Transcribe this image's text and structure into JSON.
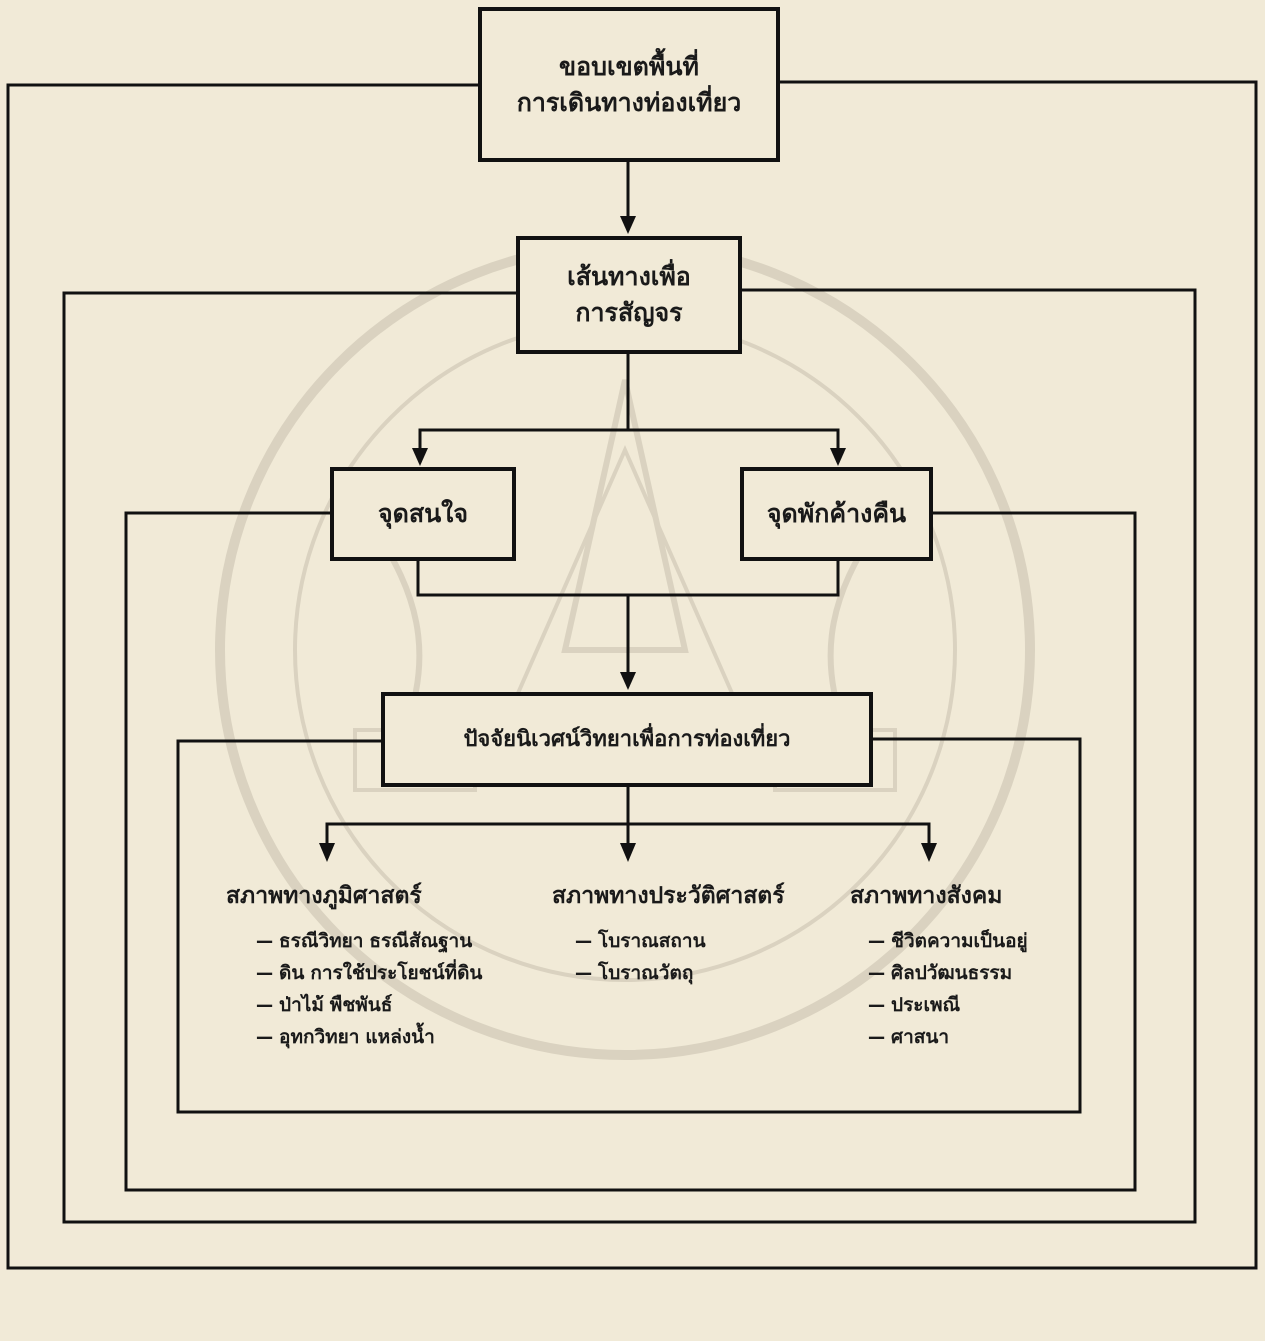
{
  "boxes": {
    "tourism_area": [
      "ขอบเขตพื้นที่",
      "การเดินทางท่องเที่ยว"
    ],
    "route": [
      "เส้นทางเพื่อ",
      "การสัญจร"
    ],
    "attraction": "จุดสนใจ",
    "accommodation": "จุดพักค้างคืน",
    "eco_factors": "ปัจจัยนิเวศน์วิทยาเพื่อการท่องเที่ยว"
  },
  "groups": {
    "geography": {
      "heading": "สภาพทางภูมิศาสตร์",
      "items": [
        "— ธรณีวิทยา ธรณีสัณฐาน",
        "— ดิน การใช้ประโยชน์ที่ดิน",
        "— ป่าไม้ พืชพันธ์",
        "— อุทกวิทยา แหล่งน้ำ"
      ]
    },
    "history": {
      "heading": "สภาพทางประวัติศาสตร์",
      "items": [
        "— โบราณสถาน",
        "— โบราณวัตถุ"
      ]
    },
    "society": {
      "heading": "สภาพทางสังคม",
      "items": [
        "— ชีวิตความเป็นอยู่",
        "— ศิลปวัฒนธรรม",
        "— ประเพณี",
        "— ศาสนา"
      ]
    }
  },
  "colors": {
    "line": "#111111",
    "paper": "#f1ead7",
    "watermark": "#8a8170"
  }
}
